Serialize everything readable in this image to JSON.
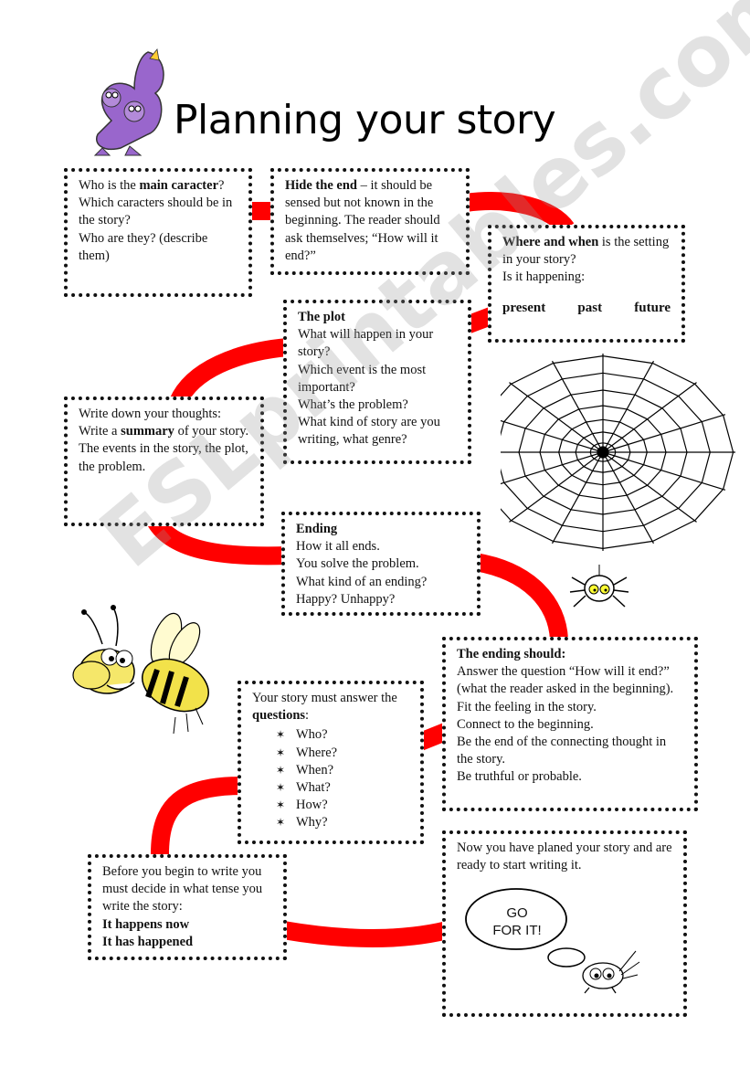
{
  "title": "Planning your story",
  "watermark": "ESLprintables.com",
  "boxes": {
    "characters": {
      "line1_pre": "Who is the ",
      "line1_bold": "main caracter",
      "line1_post": "?",
      "line2": "Which caracters should be in the story?",
      "line3": "Who are they? (describe them)"
    },
    "hide_end": {
      "bold": "Hide the end",
      "text": " – it should be sensed but not known in the beginning. The reader should ask themselves; “How will it end?”"
    },
    "setting": {
      "bold": "Where and when",
      "text": " is the setting in your story?",
      "line2": "Is it happening:",
      "tenses": [
        "present",
        "past",
        "future"
      ]
    },
    "plot": {
      "heading": "The plot",
      "lines": [
        "What will happen in your story?",
        "Which event is the most important?",
        "What’s the problem?",
        "What kind of story are you writing, what genre?"
      ]
    },
    "summary": {
      "line1": "Write down your thoughts:",
      "line2_pre": "Write a ",
      "line2_bold": "summary",
      "line2_post": " of your story.",
      "line3": "The events in the story, the plot, the problem."
    },
    "ending": {
      "heading": "Ending",
      "lines": [
        "How it all ends.",
        "You solve the problem.",
        "What kind of an ending?",
        "Happy? Unhappy?"
      ]
    },
    "ending_should": {
      "heading": "The ending should:",
      "lines": [
        "Answer the question “How will it end?” (what the reader asked in the beginning).",
        "Fit the feeling in the story.",
        "Connect to the beginning.",
        "Be the end of the connecting thought in the story.",
        "Be truthful or probable."
      ]
    },
    "questions": {
      "intro_pre": "Your story must answer the ",
      "intro_bold": "questions",
      "intro_post": ":",
      "items": [
        "Who?",
        "Where?",
        "When?",
        "What?",
        "How?",
        "Why?"
      ]
    },
    "tense": {
      "text": "Before you begin to write you must decide in what tense you write the story:",
      "option1": "It happens now",
      "option2": "It has happened"
    },
    "final": {
      "text": "Now you have planed your story and are ready to start writing it.",
      "bubble": "GO FOR IT!"
    }
  },
  "colors": {
    "track": "#ff0000",
    "dragon": "#9966cc",
    "bee": "#f2e24a"
  }
}
